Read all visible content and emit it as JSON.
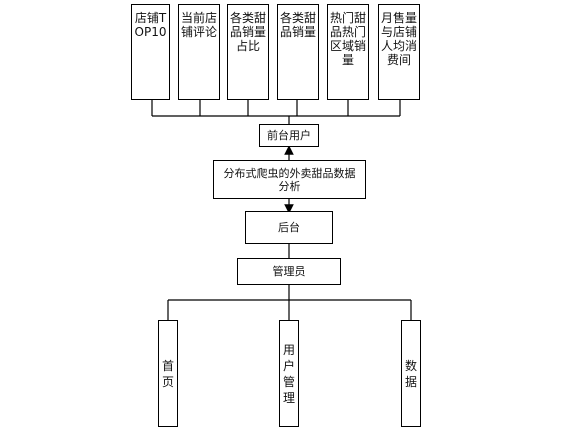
{
  "top_nodes": [
    {
      "label": "店铺TOP10"
    },
    {
      "label": "当前店铺评论"
    },
    {
      "label": "各类甜品销量占比"
    },
    {
      "label": "各类甜品销量"
    },
    {
      "label": "热门甜品热门区域销量"
    },
    {
      "label": "月售量与店铺人均消费间"
    }
  ],
  "front_user": "前台用户",
  "crawler": "分布式爬虫的外卖甜品数据分析",
  "backend": "后台",
  "admin": "管理员",
  "bottom_nodes": [
    {
      "label": "首页"
    },
    {
      "label": "用户管理"
    },
    {
      "label": "数据"
    }
  ]
}
